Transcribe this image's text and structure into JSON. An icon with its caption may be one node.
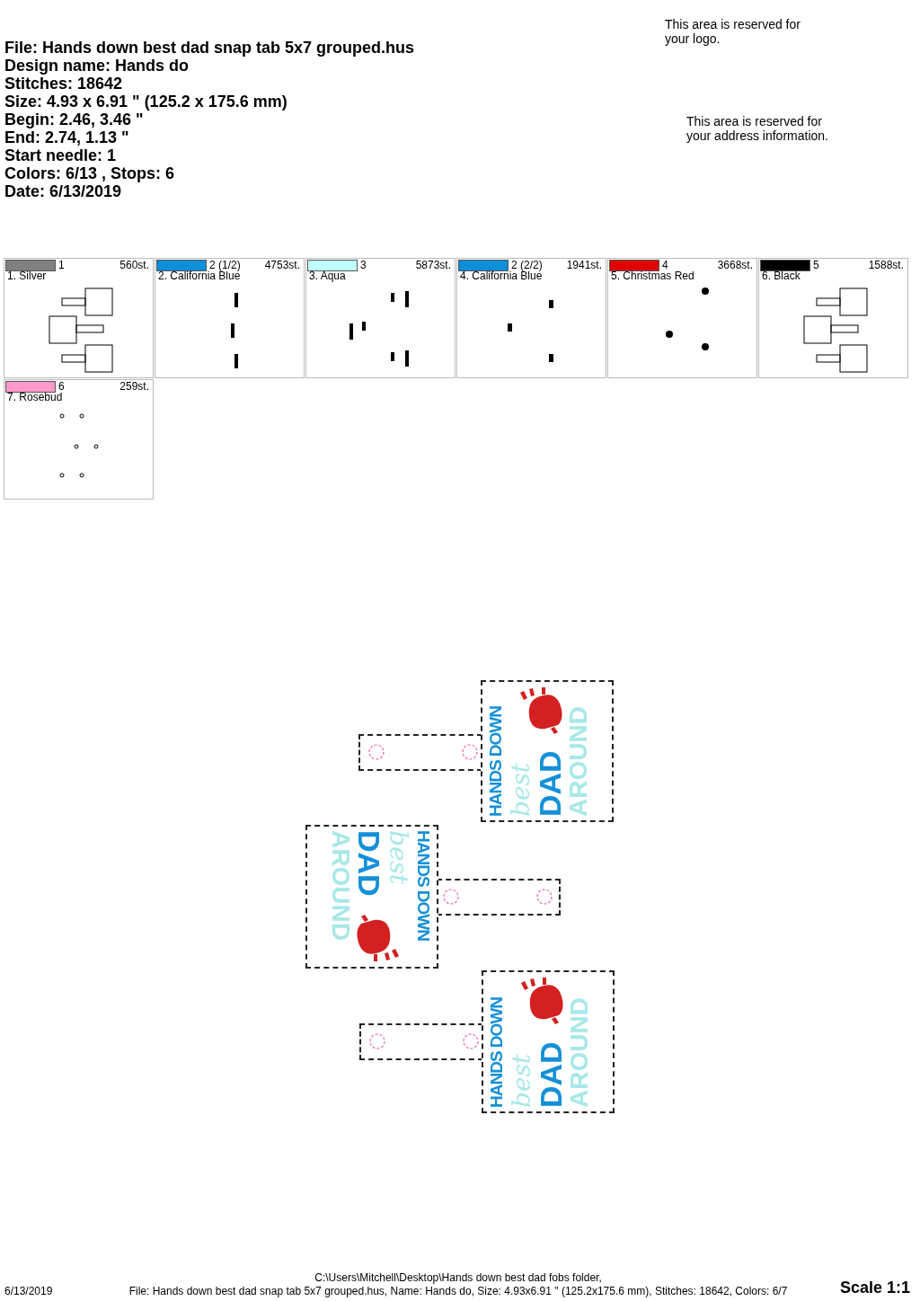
{
  "diagram": {
    "nodes": [
      {
        "text": [
          "560st.",
          "1. Silver"
        ]
      },
      {
        "text": [
          "4753st.",
          "2. California Blue"
        ]
      },
      {
        "text": [
          "5873st.",
          "3. Aqua"
        ]
      },
      {
        "text": [
          "1941st.",
          "4. California Blue"
        ]
      },
      {
        "text": [
          "3668st.",
          "5. Christmas Red"
        ]
      },
      {
        "text": [
          "1588st.",
          "6. Black"
        ]
      },
      {
        "text": [
          "259st.",
          "7. Rosebud"
        ]
      },
      {
        "text": [
          "HANDS DOWN",
          "best",
          "DAD",
          "AROUND"
        ]
      },
      {
        "text": [
          "HANDS DOWN",
          "best",
          "DAD",
          "AROUND"
        ]
      },
      {
        "text": [
          "HANDS DOWN",
          "best",
          "DAD",
          "AROUND"
        ]
      }
    ],
    "labels": [
      "This area is reserved for your logo.",
      "File: Hands down best dad snap tab 5x7 grouped.hus",
      "Design name: Hands do",
      "Stitches: 18642",
      "Size: 4.93 x 6.91 \" (125.2 x 175.6 mm)",
      "This area is reserved for your address information.",
      "Begin: 2.46, 3.46 \"",
      "End: 2.74, 1.13 \"",
      "Start needle: 1",
      "Colors: 6/13 , Stops: 6",
      "Date: 6/13/2019",
      "C:\\Users\\Mitchell\\Desktop\\Hands down best dad fobs folder,",
      "6/13/2019",
      "File: Hands down best dad snap tab 5x7 grouped.hus, Name: Hands do, Size: 4.93x6.91 \" (125.2x175.6 mm), Stitches: 18642, Colors: 6/7",
      "Scale 1:1"
    ],
    "legend": [
      {
        "text": "1",
        "color": "#808080"
      },
      {
        "text": "2 (1/2)",
        "color": "#0a8fd8"
      },
      {
        "text": "3",
        "color": "#c0ffff"
      },
      {
        "text": "2 (2/2)",
        "color": "#0a8fd8"
      },
      {
        "text": "4",
        "color": "#e00000"
      },
      {
        "text": "5",
        "color": "#000000"
      },
      {
        "text": "6",
        "color": "#ff99cc"
      }
    ]
  }
}
